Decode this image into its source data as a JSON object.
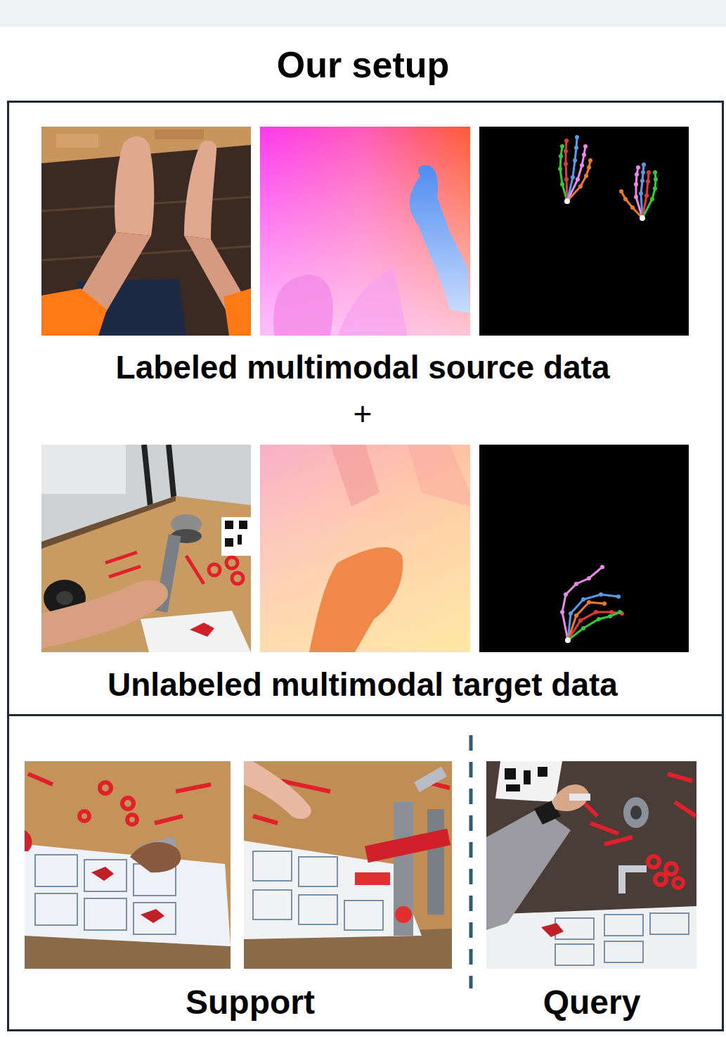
{
  "diagram": {
    "title": "Our setup",
    "nodes": [
      {
        "text": [
          "Labeled multimodal source data",
          "+",
          "Unlabeled multimodal target data"
        ]
      },
      {
        "text": [
          "Support",
          "Query"
        ]
      }
    ]
  }
}
